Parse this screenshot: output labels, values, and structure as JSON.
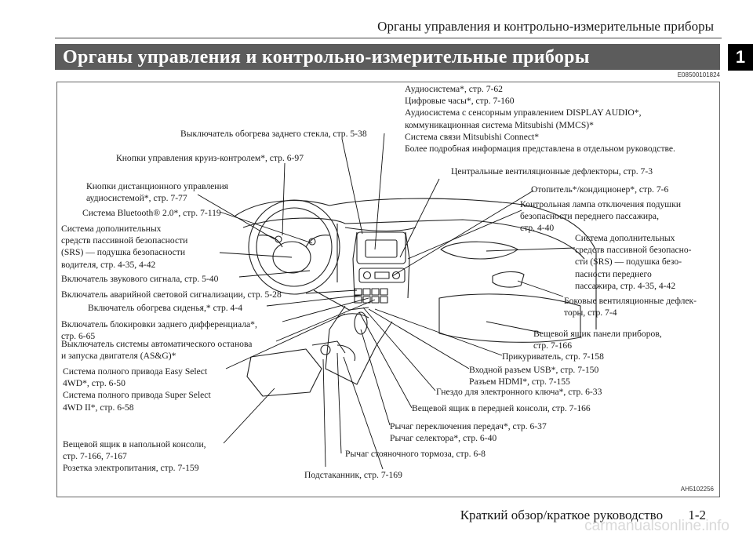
{
  "header": {
    "running_title": "Органы управления и контрольно-измерительные приборы",
    "section_number": "1",
    "title": "Органы управления и контрольно-измерительные приборы",
    "code": "E08500101824"
  },
  "figure": {
    "code": "AH5102256",
    "labels": {
      "audio": "Аудиосистема*, стр. 7-62\nЦифровые часы*, стр. 7-160\nАудиосистема с сенсорным управлением DISPLAY AUDIO*,\nкоммуникационная система Mitsubishi (MMCS)*\nСистема связи Mitsubishi Connect*\nБолее подробная информация представлена в отдельном руководстве.",
      "rear_defrost": "Выключатель обогрева заднего стекла, стр. 5-38",
      "cruise": "Кнопки управления круиз-контролем*, стр. 6-97",
      "center_vents": "Центральные вентиляционные дефлекторы, стр. 7-3",
      "remote_audio": "Кнопки дистанционного управления\nаудиосистемой*, стр. 7-77",
      "heater": "Отопитель*/кондиционер*, стр. 7-6",
      "bluetooth": "Система Bluetooth® 2.0*, стр. 7-119",
      "pass_airbag_lamp": "Контрольная лампа отключения подушки\nбезопасности переднего пассажира,\nстр. 4-40",
      "driver_srs": "Система дополнительных\nсредств пассивной безопасности\n(SRS) — подушка безопасности\nводителя, стр. 4-35, 4-42",
      "pass_srs": "Система дополнительных\nсредств пассивной безопасно-\nсти (SRS) — подушка безо-\nпасности переднего\nпассажира, стр. 4-35, 4-42",
      "horn": "Включатель звукового сигнала, стр. 5-40",
      "hazard": "Включатель аварийной световой сигнализации, стр. 5-28",
      "side_vents": "Боковые вентиляционные дефлек-\nторы, стр. 7-4",
      "seat_heater": "Включатель обогрева сиденья,* стр. 4-4",
      "diff_lock": "Включатель блокировки заднего дифференциала*,\nстр. 6-65",
      "glovebox": "Вещевой ящик панели приборов,\nстр. 7-166",
      "asg": "Выключатель системы автоматического останова\nи запуска двигателя (AS&G)*",
      "lighter": "Прикуриватель, стр. 7-158",
      "awd": "Система полного привода Easy Select\n4WD*, стр. 6-50\nСистема полного привода Super Select\n4WD II*, стр. 6-58",
      "usb": "Входной разъем USB*, стр. 7-150\nРазъем HDMI*, стр. 7-155",
      "key_slot": "Гнездо для электронного ключа*, стр. 6-33",
      "front_console_box": "Вещевой ящик в передней консоли, стр. 7-166",
      "shift_lever": "Рычаг переключения передач*, стр. 6-37\nРычаг селектора*, стр. 6-40",
      "floor_console": "Вещевой ящик в напольной консоли,\nстр. 7-166, 7-167\nРозетка электропитания, стр. 7-159",
      "parking_brake": "Рычаг стояночного тормоза, стр. 6-8",
      "cupholder": "Подстаканник, стр. 7-169"
    }
  },
  "footer": {
    "text": "Краткий обзор/краткое руководство",
    "page": "1-2",
    "watermark": "carmanualsonline.info"
  }
}
